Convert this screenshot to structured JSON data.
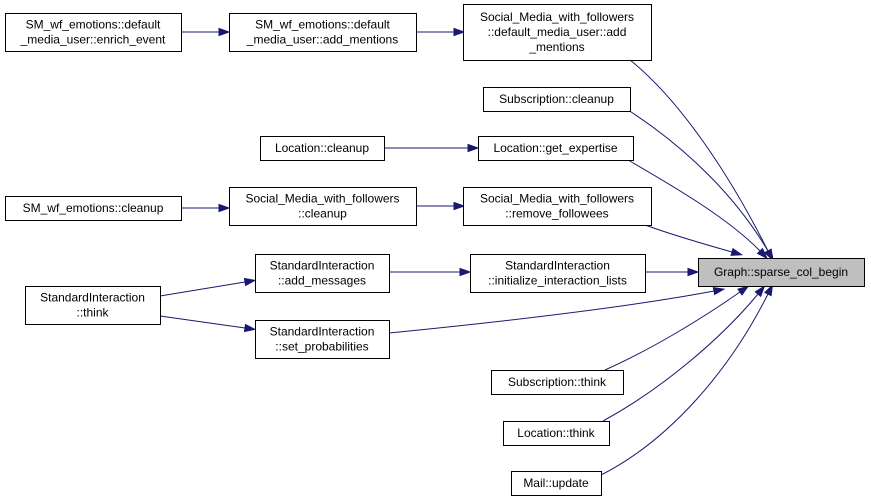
{
  "diagram": {
    "type": "call-graph",
    "colors": {
      "edge": "#191970",
      "node_border": "#000000",
      "node_fill": "#ffffff",
      "focus_fill": "#bfbfbf"
    },
    "nodes": [
      {
        "id": "n0",
        "lines": [
          "Graph::sparse_col_begin"
        ]
      },
      {
        "id": "n1",
        "lines": [
          "Social_Media_with_followers",
          "::default_media_user::add",
          "_mentions"
        ]
      },
      {
        "id": "n2",
        "lines": [
          "SM_wf_emotions::default",
          "_media_user::add_mentions"
        ]
      },
      {
        "id": "n3",
        "lines": [
          "SM_wf_emotions::default",
          "_media_user::enrich_event"
        ]
      },
      {
        "id": "n4",
        "lines": [
          "Subscription::cleanup"
        ]
      },
      {
        "id": "n5",
        "lines": [
          "Location::get_expertise"
        ]
      },
      {
        "id": "n6",
        "lines": [
          "Location::cleanup"
        ]
      },
      {
        "id": "n7",
        "lines": [
          "Social_Media_with_followers",
          "::remove_followees"
        ]
      },
      {
        "id": "n8",
        "lines": [
          "Social_Media_with_followers",
          "::cleanup"
        ]
      },
      {
        "id": "n9",
        "lines": [
          "SM_wf_emotions::cleanup"
        ]
      },
      {
        "id": "n10",
        "lines": [
          "StandardInteraction",
          "::initialize_interaction_lists"
        ]
      },
      {
        "id": "n11",
        "lines": [
          "StandardInteraction",
          "::add_messages"
        ]
      },
      {
        "id": "n12",
        "lines": [
          "StandardInteraction",
          "::think"
        ]
      },
      {
        "id": "n13",
        "lines": [
          "StandardInteraction",
          "::set_probabilities"
        ]
      },
      {
        "id": "n14",
        "lines": [
          "Subscription::think"
        ]
      },
      {
        "id": "n15",
        "lines": [
          "Location::think"
        ]
      },
      {
        "id": "n16",
        "lines": [
          "Mail::update"
        ]
      }
    ],
    "edges": [
      {
        "from": "n1",
        "to": "n0"
      },
      {
        "from": "n2",
        "to": "n1"
      },
      {
        "from": "n3",
        "to": "n2"
      },
      {
        "from": "n4",
        "to": "n0"
      },
      {
        "from": "n5",
        "to": "n0"
      },
      {
        "from": "n6",
        "to": "n5"
      },
      {
        "from": "n7",
        "to": "n0"
      },
      {
        "from": "n8",
        "to": "n7"
      },
      {
        "from": "n9",
        "to": "n8"
      },
      {
        "from": "n10",
        "to": "n0"
      },
      {
        "from": "n11",
        "to": "n10"
      },
      {
        "from": "n12",
        "to": "n11"
      },
      {
        "from": "n12",
        "to": "n13"
      },
      {
        "from": "n13",
        "to": "n0"
      },
      {
        "from": "n14",
        "to": "n0"
      },
      {
        "from": "n15",
        "to": "n0"
      },
      {
        "from": "n16",
        "to": "n0"
      }
    ]
  }
}
